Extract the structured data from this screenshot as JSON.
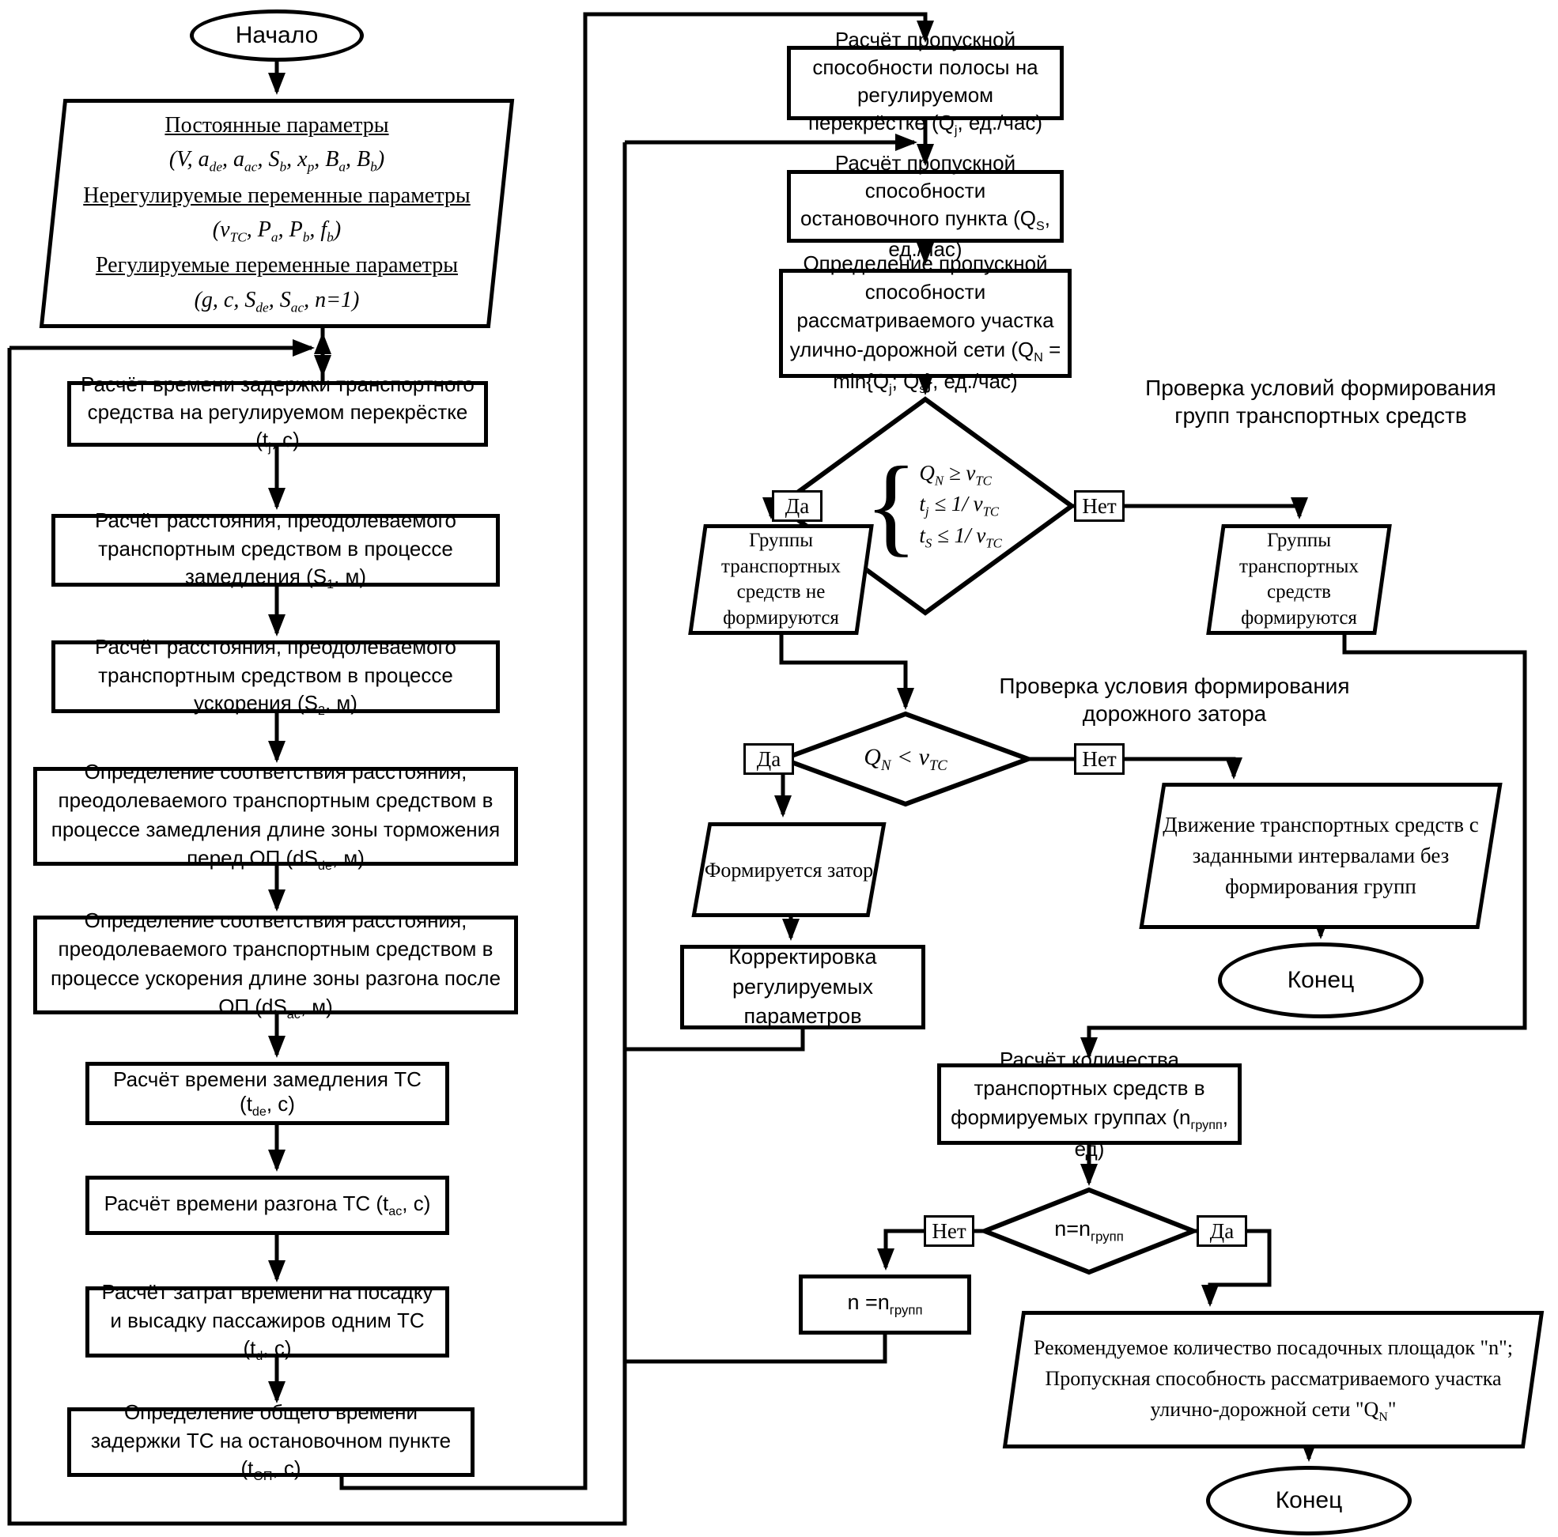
{
  "colors": {
    "line": "#000000",
    "background": "#ffffff"
  },
  "flow": {
    "start_label": "Начало",
    "end_label_1": "Конец",
    "end_label_2": "Конец",
    "yes_label": "Да",
    "no_label": "Нет",
    "inputs": {
      "l1": "Постоянные параметры",
      "l2": "(V, a_{de}, a_{ac}, S_{b}, x_{p}, B_{a}, B_{b})",
      "l3": "Нерегулируемые переменные параметры",
      "l4": "(v_{ТС}, P_{a}, P_{b}, f_{b})",
      "l5": "Регулируемые переменные параметры",
      "l6": "(g, c, S_{de}, S_{ac}, n=1)"
    },
    "steps": {
      "tj": "Расчёт времени задержки транспортного средства на регулируемом перекрёстке (t_{j}, с)",
      "s1": "Расчёт расстояния, преодолеваемого транспортным средством в процессе замедления (S_{1}, м)",
      "s2": "Расчёт расстояния, преодолеваемого транспортным средством в процессе ускорения (S_{2}, м)",
      "dsde": "Определение соответствия расстояния, преодолеваемого транспортным средством в процессе замедления длине зоны торможения перед ОП  (dS_{de}, м)",
      "dsac": "Определение соответствия расстояния, преодолеваемого транспортным средством в процессе ускорения длине зоны разгона после ОП  (dS_{ac}, м)",
      "tde": "Расчёт времени замедления ТС (t_{de}, с)",
      "tac": "Расчёт времени разгона ТС (t_{ac}, с)",
      "td": "Расчёт затрат времени на посадку и высадку пассажиров одним ТС (t_{d}, с)",
      "top": "Определение общего времени задержки ТС на остановочном пункте (t_{ОП}, с)"
    },
    "capacity": {
      "qj": "Расчёт пропускной способности полосы на регулируемом перекрёстке (Q_{j}, ед./час)",
      "qs": "Расчёт пропускной способности остановочного пункта (Q_{S}, ед./час)",
      "qn": "Определение пропускной способности рассматриваемого участка  улично-дорожной сети (Q_{N} = min{Q_{j}; Q_{s}}, ед./час)"
    },
    "decision_groups": {
      "brace": "{",
      "cond1": "Q_{N} ≥ v_{ТС}",
      "cond2": "t_{j} ≤ 1/ v_{ТС}",
      "cond3": "t_{S} ≤ 1/ v_{ТС}",
      "note": "Проверка условий формирования групп транспортных средств"
    },
    "groups_not_formed": "Группы транспортных средств не формируются",
    "groups_formed": "Группы транспортных средств формируются",
    "decision_jam": {
      "cond": "Q_{N} < v_{ТС}",
      "note": "Проверка условия формирования дорожного затора"
    },
    "jam_formed": "Формируется затор",
    "correction": "Корректировка регулируемых параметров",
    "movement": "Движение транспортных средств с заданными интервалами без формирования групп",
    "group_count": "Расчёт количества транспортных средств в формируемых группах (n_{групп}, ед)",
    "decision_n": "n=n_{групп}",
    "n_assign": "n =n_{групп}",
    "recommendation": {
      "l1": "Рекомендуемое количество посадочных площадок \"n\";",
      "l2": "Пропускная способность рассматриваемого участка улично-дорожной сети \"Q_{N}\""
    }
  }
}
